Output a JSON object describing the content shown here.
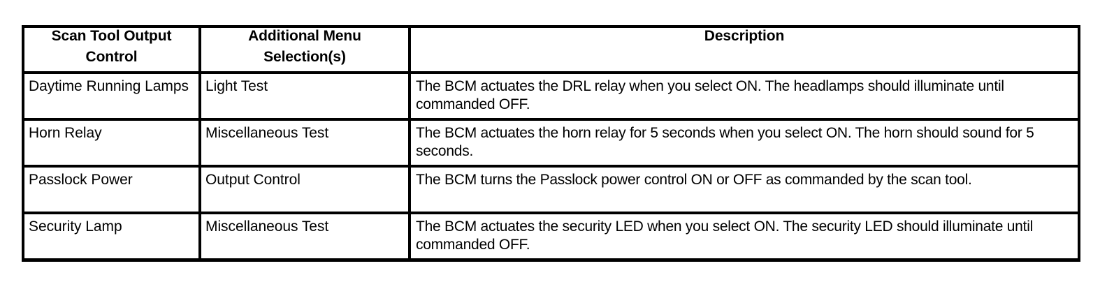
{
  "table": {
    "caption": "",
    "columns": [
      {
        "id": "control",
        "header": "Scan Tool Output Control"
      },
      {
        "id": "menu",
        "header": "Additional Menu Selection(s)"
      },
      {
        "id": "description",
        "header": "Description"
      }
    ],
    "header_lines": {
      "control": [
        "Scan Tool Output",
        "Control"
      ],
      "menu": [
        "Additional Menu",
        "Selection(s)"
      ],
      "description": [
        "Description"
      ]
    },
    "rows": [
      {
        "control": "Daytime Running Lamps",
        "menu": "Light Test",
        "description": "The BCM actuates the DRL relay when you select ON. The headlamps should illuminate until commanded OFF."
      },
      {
        "control": "Horn Relay",
        "menu": "Miscellaneous Test",
        "description": "The BCM actuates the horn relay for 5 seconds when you select ON. The horn should sound for 5 seconds."
      },
      {
        "control": "Passlock Power",
        "menu": "Output Control",
        "description": "The BCM turns the Passlock power control ON or OFF as commanded by the scan tool."
      },
      {
        "control": "Security Lamp",
        "menu": "Miscellaneous Test",
        "description": "The BCM actuates the security LED when you select ON. The security LED should illuminate until commanded OFF."
      }
    ]
  },
  "style": {
    "background_color": "#ffffff",
    "text_color": "#000000",
    "border_color": "#000000"
  }
}
